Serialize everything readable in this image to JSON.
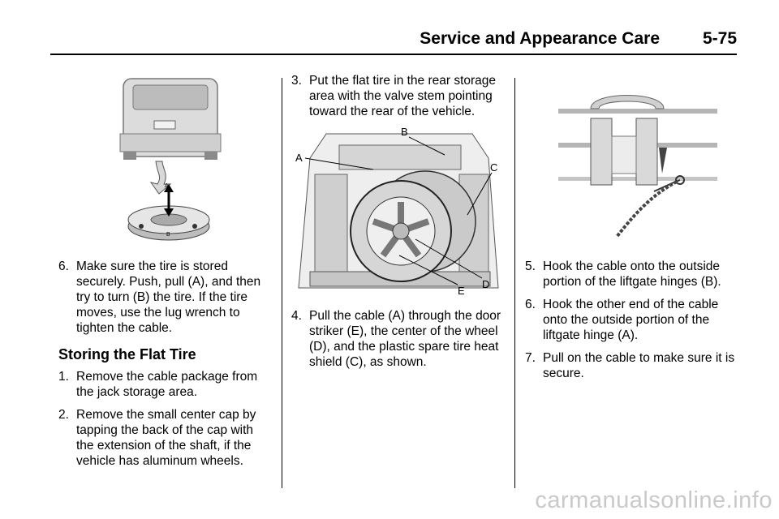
{
  "header": {
    "title": "Service and Appearance Care",
    "page": "5-75"
  },
  "figures": {
    "rear_tire": {
      "callouts": {
        "a": "A",
        "b": "B"
      }
    },
    "cargo": {
      "callouts": {
        "a": "A",
        "b": "B",
        "c": "C",
        "d": "D",
        "e": "E"
      }
    }
  },
  "col1": {
    "step6": {
      "num": "6.",
      "text": "Make sure the tire is stored securely. Push, pull (A), and then try to turn (B) the tire. If the tire moves, use the lug wrench to tighten the cable."
    },
    "heading": "Storing the Flat Tire",
    "step1": {
      "num": "1.",
      "text": "Remove the cable package from the jack storage area."
    },
    "step2": {
      "num": "2.",
      "text": "Remove the small center cap by tapping the back of the cap with the extension of the shaft, if the vehicle has aluminum wheels."
    }
  },
  "col2": {
    "step3": {
      "num": "3.",
      "text": "Put the flat tire in the rear storage area with the valve stem pointing toward the rear of the vehicle."
    },
    "step4": {
      "num": "4.",
      "text": "Pull the cable (A) through the door striker (E), the center of the wheel (D), and the plastic spare tire heat shield (C), as shown."
    }
  },
  "col3": {
    "step5": {
      "num": "5.",
      "text": "Hook the cable onto the outside portion of the liftgate hinges (B)."
    },
    "step6": {
      "num": "6.",
      "text": "Hook the other end of the cable onto the outside portion of the liftgate hinge (A)."
    },
    "step7": {
      "num": "7.",
      "text": "Pull on the cable to make sure it is secure."
    }
  },
  "watermark": "carmanualsonline.info"
}
